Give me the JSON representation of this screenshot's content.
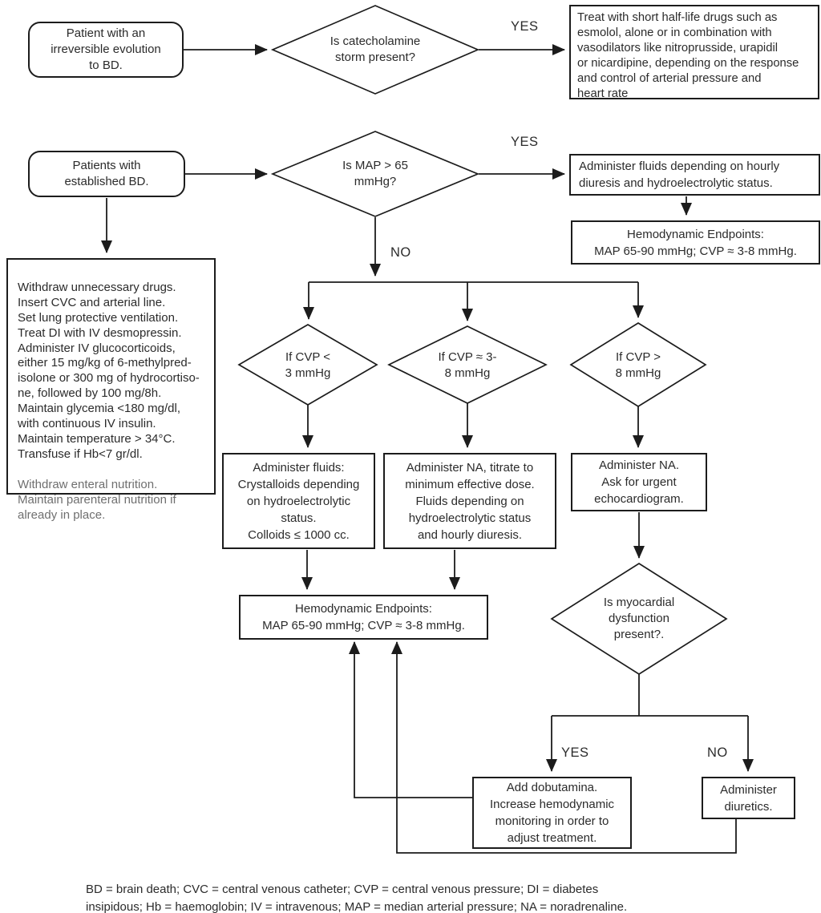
{
  "flowchart": {
    "nodes": {
      "start_irreversible": "Patient with an\nirreversible evolution\nto BD.",
      "decision_catecholamine": "Is catecholamine\nstorm present?",
      "treat_short_half_life": "Treat with short half-life drugs such as\nesmolol, alone or in combination with\nvasodilators like nitroprusside, urapidil\nor nicardipine, depending on the response\nand control of arterial pressure and\nheart rate",
      "start_established": "Patients with\nestablished BD.",
      "decision_map": "Is MAP > 65\nmmHg?",
      "administer_fluids_hourly": "Administer fluids depending on hourly\ndiuresis and hydroelectrolytic status.",
      "endpoints_right": "Hemodynamic Endpoints:\nMAP 65-90 mmHg; CVP ≈ 3-8 mmHg.",
      "general_care_main": "Withdraw unnecessary drugs.\nInsert CVC and arterial line.\nSet lung protective ventilation.\nTreat DI with IV desmopressin.\nAdminister IV glucocorticoids,\neither 15 mg/kg of 6-methylpred-\nisolone or 300 mg of hydrocortiso-\nne, followed by 100 mg/8h.\nMaintain glycemia <180 mg/dl,\nwith continuous IV insulin.\nMaintain temperature > 34°C.\nTransfuse if Hb<7 gr/dl.",
      "general_care_muted": "Withdraw enteral nutrition.\nMaintain parenteral nutrition if\nalready in place.",
      "decision_cvp_low": "If CVP <\n3 mmHg",
      "decision_cvp_mid": "If CVP ≈ 3-\n8 mmHg",
      "decision_cvp_high": "If CVP >\n8 mmHg",
      "action_cvp_low": "Administer fluids:\nCrystalloids depending\non hydroelectrolytic\nstatus.\nColloids ≤ 1000 cc.",
      "action_cvp_mid": "Administer NA, titrate to\nminimum effective dose.\nFluids depending on\nhydroelectrolytic status\nand hourly diuresis.",
      "action_cvp_high": "Administer NA.\nAsk for urgent\nechocardiogram.",
      "endpoints_center": "Hemodynamic Endpoints:\nMAP 65-90 mmHg; CVP ≈ 3-8 mmHg.",
      "decision_myocardial": "Is myocardial\ndysfunction\npresent?.",
      "action_dobutamine": "Add dobutamina.\nIncrease hemodynamic\nmonitoring in order to\nadjust treatment.",
      "action_diuretics": "Administer\ndiuretics."
    },
    "edge_labels": {
      "yes_catecholamine": "YES",
      "yes_map": "YES",
      "no_map": "NO",
      "yes_myocardial": "YES",
      "no_myocardial": "NO"
    },
    "legend": "BD = brain death; CVC = central venous catheter; CVP = central venous pressure; DI = diabetes\ninsipidous; Hb = haemoglobin; IV = intravenous; MAP = median arterial pressure; NA = noradrenaline.",
    "colors": {
      "line": "#1c1c1c",
      "background": "#ffffff",
      "text": "#2b2b2b",
      "muted_text": "#6f6f6f"
    }
  }
}
